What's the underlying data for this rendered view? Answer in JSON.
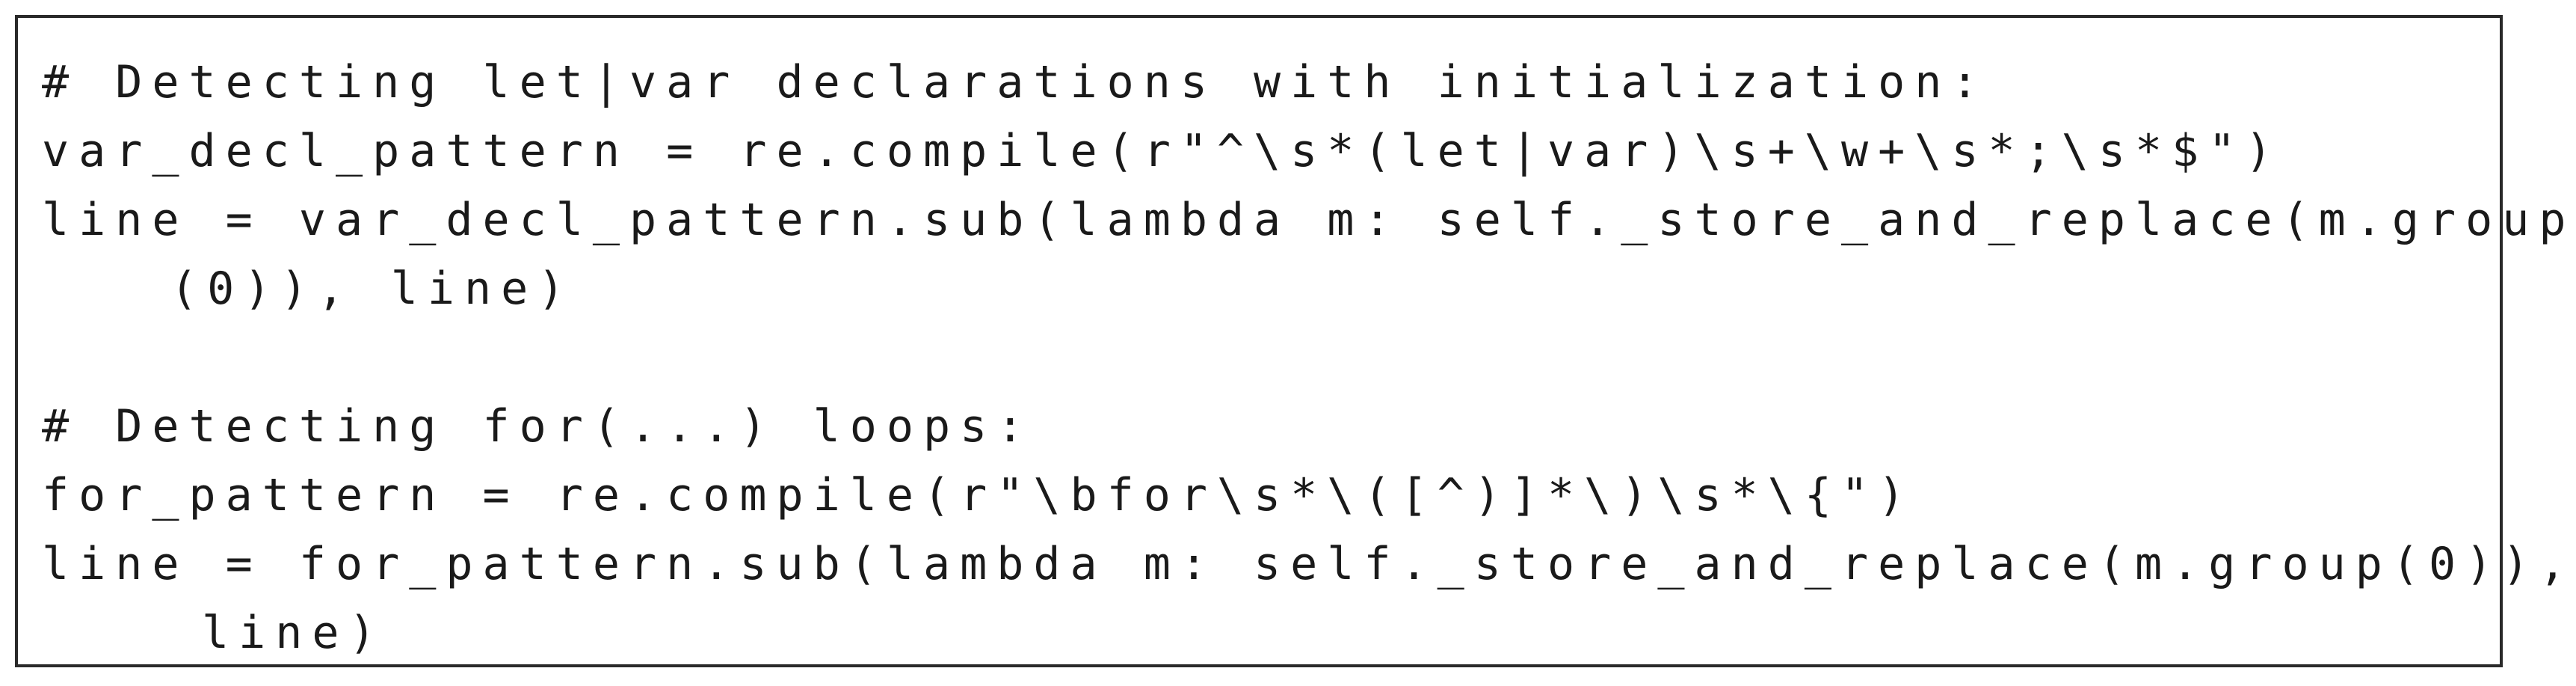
{
  "code": {
    "lines": [
      "# Detecting let|var declarations with initialization:",
      "var_decl_pattern = re.compile(r\"^\\s*(let|var)\\s+\\w+\\s*;\\s*$\")",
      "line = var_decl_pattern.sub(lambda m: self._store_and_replace(m.group",
      "(0)), line)",
      "",
      "# Detecting for(...) loops:",
      "for_pattern = re.compile(r\"\\bfor\\s*\\([^)]*\\)\\s*\\{\")",
      "line = for_pattern.sub(lambda m: self._store_and_replace(m.group(0)),",
      "line)"
    ]
  }
}
